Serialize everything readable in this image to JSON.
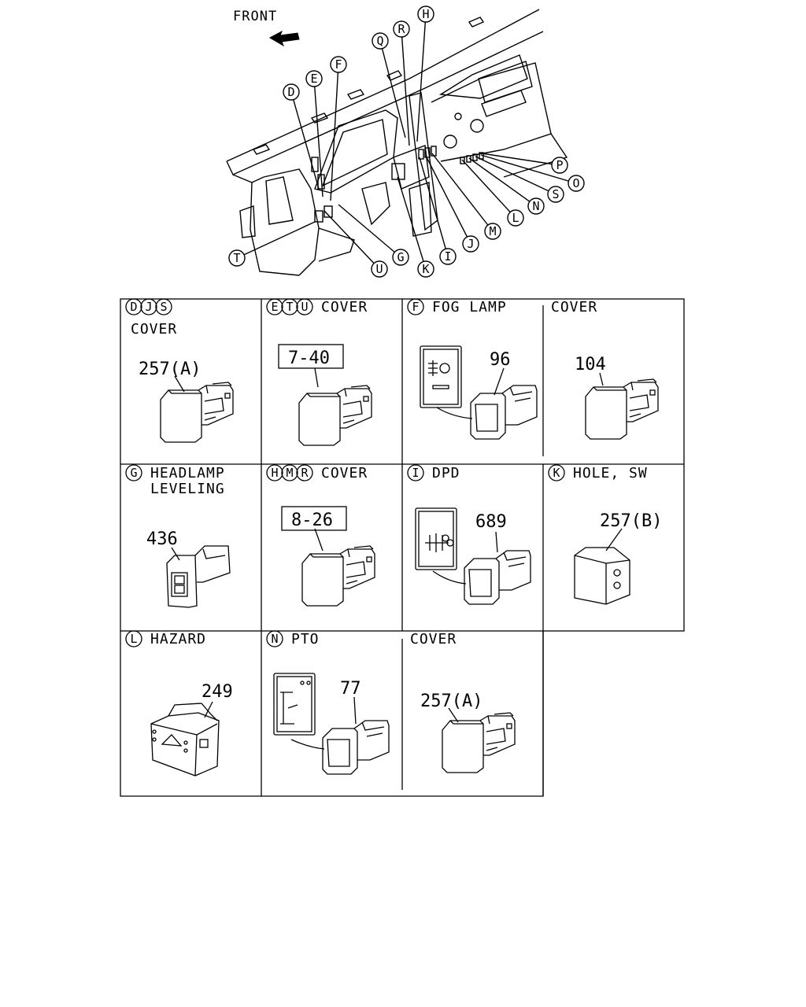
{
  "header": {
    "front_label": "FRONT"
  },
  "callouts": [
    "D",
    "E",
    "F",
    "Q",
    "R",
    "H",
    "T",
    "U",
    "G",
    "K",
    "I",
    "J",
    "M",
    "L",
    "N",
    "S",
    "O",
    "P"
  ],
  "cells": [
    {
      "letters": [
        "D",
        "J",
        "S"
      ],
      "title": "COVER",
      "title2": "",
      "part": "257(A)",
      "boxed": false
    },
    {
      "letters": [
        "E",
        "T",
        "U"
      ],
      "title": "COVER",
      "title2": "",
      "part": "7-40",
      "boxed": true
    },
    {
      "letters": [
        "F"
      ],
      "title": "FOG LAMP",
      "title2": "",
      "part": "96",
      "boxed": false
    },
    {
      "letters": [],
      "title": "COVER",
      "title2": "",
      "part": "104",
      "boxed": false
    },
    {
      "letters": [
        "G"
      ],
      "title": "HEADLAMP",
      "title2": "LEVELING",
      "part": "436",
      "boxed": false
    },
    {
      "letters": [
        "H",
        "M",
        "R"
      ],
      "title": "COVER",
      "title2": "",
      "part": "8-26",
      "boxed": true
    },
    {
      "letters": [
        "I"
      ],
      "title": "DPD",
      "title2": "",
      "part": "689",
      "boxed": false
    },
    {
      "letters": [
        "K"
      ],
      "title": "HOLE, SW",
      "title2": "",
      "part": "257(B)",
      "boxed": false
    },
    {
      "letters": [
        "L"
      ],
      "title": "HAZARD",
      "title2": "",
      "part": "249",
      "boxed": false
    },
    {
      "letters": [
        "N"
      ],
      "title": "PTO",
      "title2": "",
      "part": "77",
      "boxed": false
    },
    {
      "letters": [],
      "title": "COVER",
      "title2": "",
      "part": "257(A)",
      "boxed": false
    }
  ]
}
